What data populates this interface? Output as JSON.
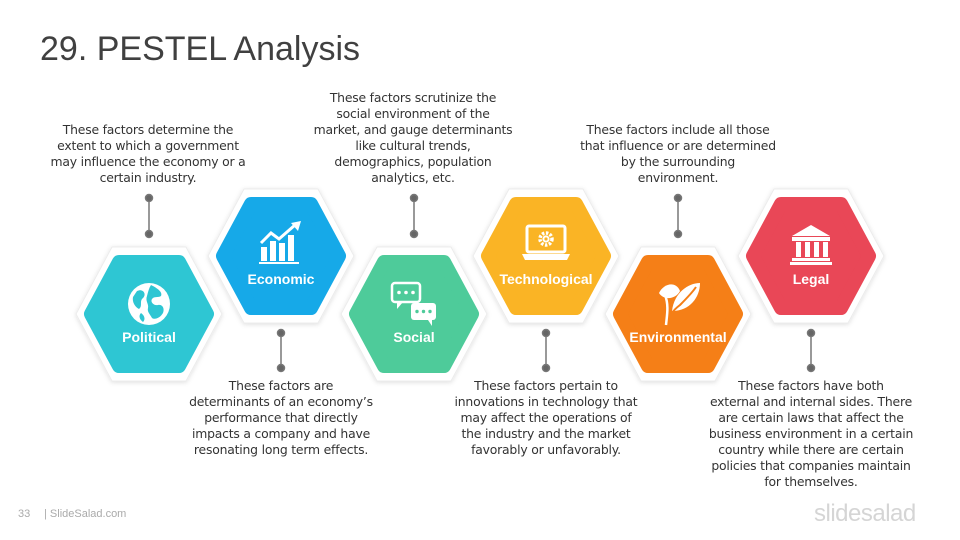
{
  "slide": {
    "title": "29. PESTEL Analysis",
    "page_number": "33",
    "site": "| SlideSalad.com",
    "logo": "slidesalad"
  },
  "factors": [
    {
      "label": "Political",
      "icon": "globe-icon",
      "color": "#2ec6d3",
      "description": [
        "These factors determine the",
        "extent to which a government",
        "may influence the economy or a",
        "certain industry."
      ]
    },
    {
      "label": "Economic",
      "icon": "bar-chart-growth-icon",
      "color": "#16a9e8",
      "description": [
        "These factors are",
        "determinants of an economy’s",
        "performance that directly",
        "impacts a company and have",
        "resonating long term effects."
      ]
    },
    {
      "label": "Social",
      "icon": "chat-bubbles-icon",
      "color": "#4ecb9a",
      "description": [
        "These factors scrutinize the",
        "social environment of the",
        "market, and gauge determinants",
        "like cultural trends,",
        "demographics, population",
        "analytics, etc."
      ]
    },
    {
      "label": "Technological",
      "icon": "laptop-gear-icon",
      "color": "#fab425",
      "description": [
        "These factors pertain to",
        "innovations in technology that",
        "may affect the operations of",
        "the industry and the market",
        "favorably or unfavorably."
      ]
    },
    {
      "label": "Environmental",
      "icon": "leaf-icon",
      "color": "#f57f17",
      "description": [
        "These factors include all those",
        "that influence or are determined",
        "by the surrounding",
        "environment."
      ]
    },
    {
      "label": "Legal",
      "icon": "courthouse-icon",
      "color": "#e94757",
      "description": [
        "These factors have both",
        "external and internal sides. There",
        "are certain laws that affect the",
        "business environment in a certain",
        "country while there are certain",
        "policies that companies maintain",
        "for themselves."
      ]
    }
  ]
}
